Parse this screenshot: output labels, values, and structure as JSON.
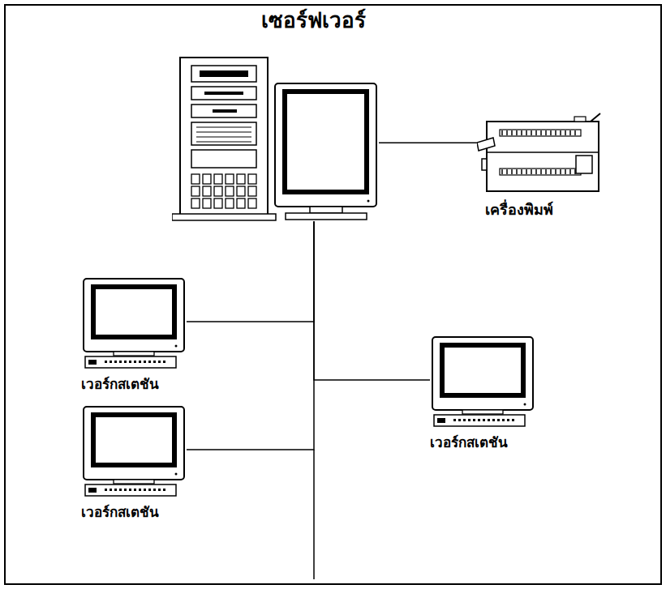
{
  "diagram": {
    "nodes": [
      {
        "text": [
          "เซอร์ฟเวอร์"
        ]
      },
      {
        "text": [
          "เครื่องพิมพ์"
        ]
      },
      {
        "text": [
          "เวอร์กสเตชัน"
        ]
      },
      {
        "text": [
          "เวอร์กสเตชัน"
        ]
      },
      {
        "text": [
          "เวอร์กสเตชัน"
        ]
      }
    ],
    "edges": [
      {
        "from": 0,
        "to": 1,
        "arrow": "none"
      },
      {
        "from": 0,
        "to": 2,
        "arrow": "none"
      },
      {
        "from": 0,
        "to": 3,
        "arrow": "none"
      },
      {
        "from": 0,
        "to": 4,
        "arrow": "none"
      }
    ]
  }
}
